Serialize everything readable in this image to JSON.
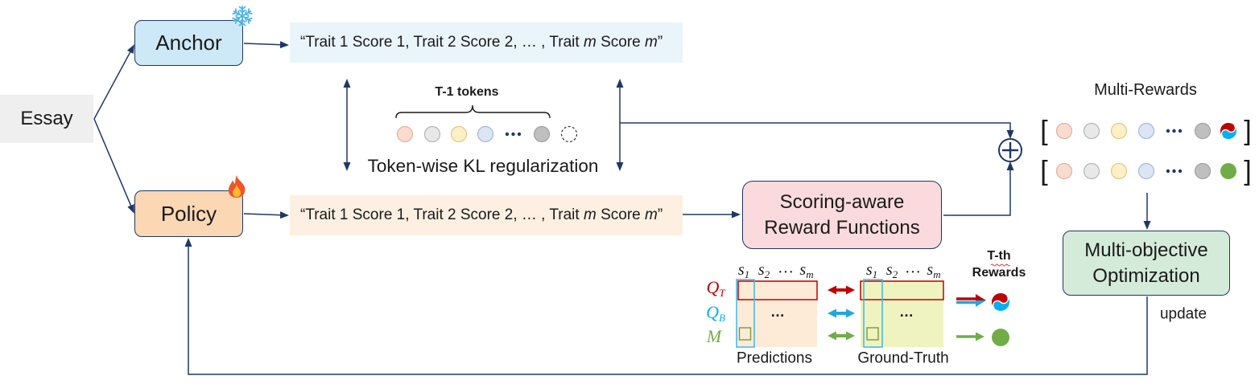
{
  "essay": "Essay",
  "anchor": "Anchor",
  "policy": "Policy",
  "anchor_output": {
    "pre": "“Trait 1 Score 1, Trait 2 Score 2, … , Trait ",
    "var_a": "m",
    "mid": " Score ",
    "var_b": "m",
    "post": "”"
  },
  "policy_output": {
    "pre": "“Trait 1 Score 1, Trait 2 Score 2, … , Trait ",
    "var_a": "m",
    "mid": " Score ",
    "var_b": "m",
    "post": "”"
  },
  "kl": {
    "tokens_label": "T-1 tokens",
    "label": "Token-wise KL regularization"
  },
  "reward_functions": {
    "line1": "Scoring-aware",
    "line2": "Reward Functions"
  },
  "multi_rewards": {
    "title": "Multi-Rewards",
    "open_bracket": "[",
    "close_bracket": "]"
  },
  "optimization": {
    "line1": "Multi-objective",
    "line2": "Optimization"
  },
  "update_label": "update",
  "t_rewards": {
    "line1": "T-th",
    "line2": "Rewards"
  },
  "matrices": {
    "headers": [
      {
        "sym": "s",
        "sub": "1"
      },
      {
        "sym": "s",
        "sub": "2"
      },
      {
        "sym": "…",
        "sub": ""
      },
      {
        "sym": "s",
        "sub": "m"
      }
    ],
    "row_labels": [
      {
        "sym": "Q",
        "sub": "T"
      },
      {
        "sym": "Q",
        "sub": "B"
      },
      {
        "sym": "M",
        "sub": ""
      }
    ],
    "ellipsis": "…",
    "predictions_label": "Predictions",
    "ground_truth_label": "Ground-Truth"
  },
  "icons": {
    "anchor": "snowflake-icon",
    "policy": "fire-icon",
    "combine": "plus-icon"
  },
  "colors": {
    "anchor": "#cde8f7",
    "policy": "#fbd7b3",
    "reward_functions": "#fadadd",
    "optimization": "#d5ebd9",
    "q_t": "#c00000",
    "q_b": "#00b0f0",
    "m": "#70ad47",
    "token_colors": [
      "#f9dccf",
      "#e8e8e8",
      "#fdefc6",
      "#dbe5f4",
      "#bfbfbf"
    ]
  }
}
